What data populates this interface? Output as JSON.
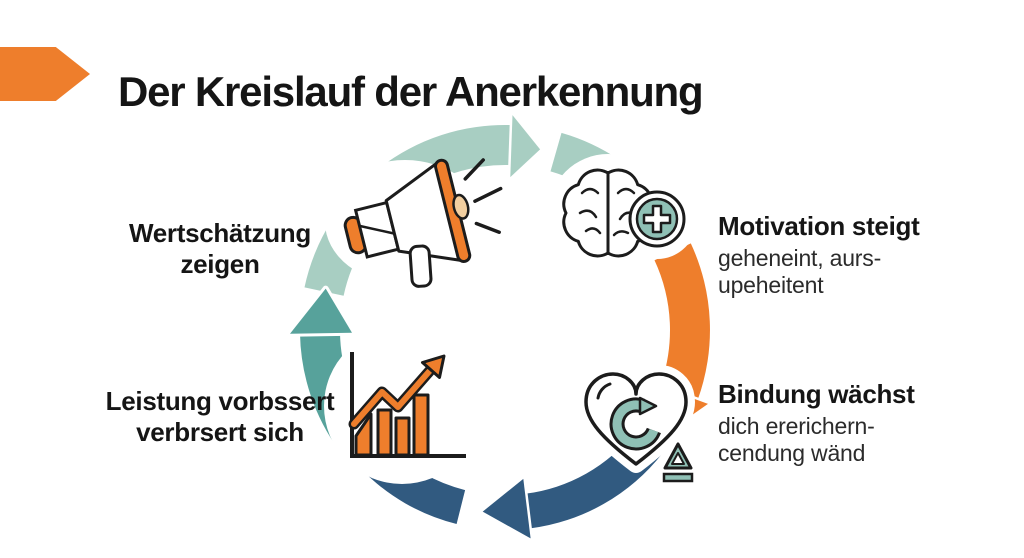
{
  "header": {
    "title": "Der Kreislauf der Anerkennung",
    "accent_icon": "arrow-chevron-icon"
  },
  "colors": {
    "orange": "#EE7E2C",
    "sage": "#A8CEC2",
    "teal": "#57A29B",
    "blue": "#315A80",
    "icon_teal": "#8FC0B5",
    "icon_beige": "#F2CFA0",
    "outline": "#1C1C1C",
    "text": "#151515"
  },
  "steps": [
    {
      "id": "wertschaetzung-zeigen",
      "icon": "megaphone-icon",
      "line1": "Wertschätzung",
      "line2": "zeigen"
    },
    {
      "id": "motivation-steigt",
      "icon": "brain-plus-icon",
      "title": "Motivation steigt",
      "line1": "geheneint, aurs-",
      "line2": "upeheitent"
    },
    {
      "id": "bindung-waechst",
      "icon": "heart-refresh-icon",
      "title": "Bindung wächst",
      "line1": "dich ererichern-",
      "line2": "cendung wänd"
    },
    {
      "id": "leistung-verbessert",
      "icon": "bar-chart-growth-icon",
      "line1": "Leistung vorbssert",
      "line2": "verbrsert sich"
    }
  ]
}
